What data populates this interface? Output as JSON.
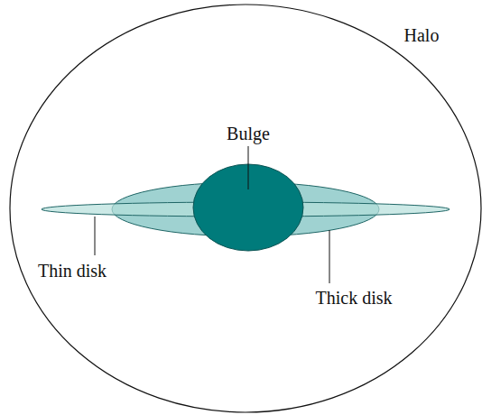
{
  "diagram": {
    "labels": [
      "Halo",
      "Bulge",
      "Thin disk",
      "Thick disk"
    ]
  }
}
